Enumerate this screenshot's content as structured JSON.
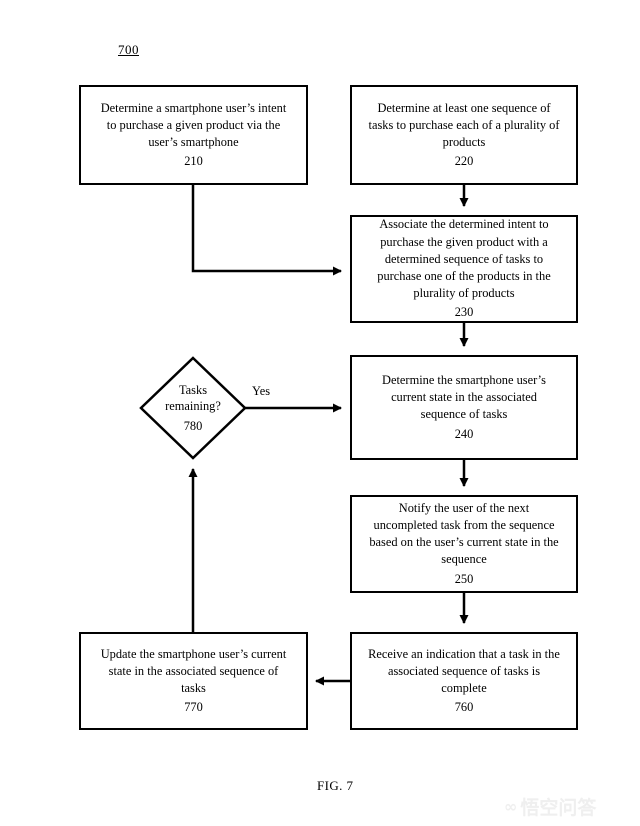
{
  "figure": {
    "number_label": "700",
    "caption": "FIG. 7"
  },
  "watermark": {
    "logo": "∞",
    "text": "悟空问答"
  },
  "nodes": [
    {
      "id": "210",
      "shape": "process",
      "text": "Determine a smartphone user’s intent\nto purchase a given product via the\nuser’s smartphone",
      "ref": "210"
    },
    {
      "id": "220",
      "shape": "process",
      "text": "Determine at least one sequence of\ntasks to purchase each of a plurality of\nproducts",
      "ref": "220"
    },
    {
      "id": "230",
      "shape": "process",
      "text": "Associate the determined intent to\npurchase the given product with a\ndetermined sequence of tasks to\npurchase one of the products in the\nplurality of products",
      "ref": "230"
    },
    {
      "id": "240",
      "shape": "process",
      "text": "Determine the smartphone user’s\ncurrent state in the associated\nsequence of tasks",
      "ref": "240"
    },
    {
      "id": "250",
      "shape": "process",
      "text": "Notify the user of the next\nuncompleted task from the sequence\nbased on the user’s current state in the\nsequence",
      "ref": "250"
    },
    {
      "id": "760",
      "shape": "process",
      "text": "Receive an indication that a task in the\nassociated sequence of tasks is\ncomplete",
      "ref": "760"
    },
    {
      "id": "770",
      "shape": "process",
      "text": "Update the smartphone user’s current\nstate in the associated sequence of\ntasks",
      "ref": "770"
    },
    {
      "id": "780",
      "shape": "decision",
      "text": "Tasks\nremaining?",
      "ref": "780"
    }
  ],
  "edges": [
    {
      "from": "210",
      "to": "230",
      "label": ""
    },
    {
      "from": "220",
      "to": "230",
      "label": ""
    },
    {
      "from": "230",
      "to": "240",
      "label": ""
    },
    {
      "from": "240",
      "to": "250",
      "label": ""
    },
    {
      "from": "250",
      "to": "760",
      "label": ""
    },
    {
      "from": "760",
      "to": "770",
      "label": ""
    },
    {
      "from": "770",
      "to": "780",
      "label": ""
    },
    {
      "from": "780",
      "to": "240",
      "label": "Yes"
    }
  ],
  "edge_labels": {
    "yes": "Yes"
  }
}
